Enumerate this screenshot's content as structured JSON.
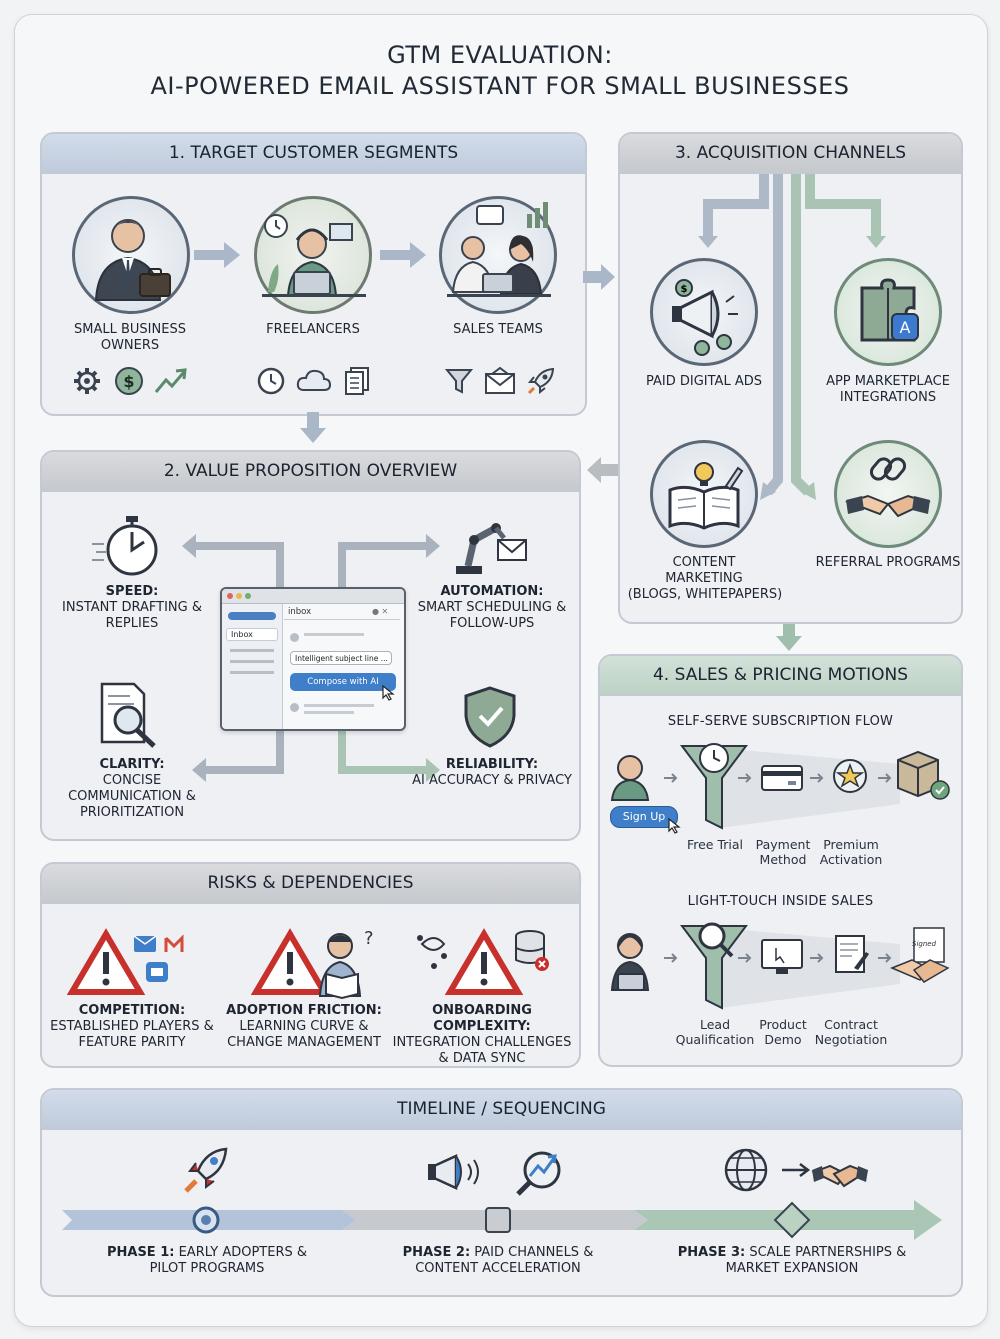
{
  "title": {
    "line1": "GTM EVALUATION:",
    "line2": "AI-POWERED EMAIL ASSISTANT FOR SMALL BUSINESSES"
  },
  "segments": {
    "heading": "1. TARGET CUSTOMER SEGMENTS",
    "items": [
      {
        "label": "SMALL BUSINESS OWNERS",
        "icons": [
          "gear-icon",
          "dollar-icon",
          "growth-icon"
        ]
      },
      {
        "label": "FREELANCERS",
        "icons": [
          "clock-icon",
          "cloud-icon",
          "documents-icon"
        ]
      },
      {
        "label": "SALES TEAMS",
        "icons": [
          "funnel-icon",
          "envelope-icon",
          "rocket-icon"
        ]
      }
    ]
  },
  "value_prop": {
    "heading": "2. VALUE PROPOSITION OVERVIEW",
    "speed": {
      "title": "SPEED:",
      "text": "INSTANT DRAFTING & REPLIES"
    },
    "automation": {
      "title": "AUTOMATION:",
      "text": "SMART SCHEDULING & FOLLOW-UPS"
    },
    "clarity": {
      "title": "CLARITY:",
      "text": "CONCISE COMMUNICATION & PRIORITIZATION"
    },
    "reliability": {
      "title": "RELIABILITY:",
      "text": "AI ACCURACY & PRIVACY"
    },
    "mock": {
      "search": "inbox",
      "sidebar_item": "Inbox",
      "suggestion": "Intelligent subject line ...",
      "button": "Compose with AI"
    }
  },
  "channels": {
    "heading": "3. ACQUISITION CHANNELS",
    "items": [
      {
        "label": "PAID DIGITAL ADS"
      },
      {
        "label": "APP MARKETPLACE INTEGRATIONS"
      },
      {
        "label": "CONTENT MARKETING",
        "sub": "(BLOGS, WHITEPAPERS)"
      },
      {
        "label": "REFERRAL PROGRAMS"
      }
    ]
  },
  "sales": {
    "heading": "4. SALES & PRICING MOTIONS",
    "self_serve": {
      "title": "SELF-SERVE SUBSCRIPTION FLOW",
      "signup": "Sign Up",
      "steps": [
        "Free Trial",
        "Payment Method",
        "Premium Activation"
      ]
    },
    "inside_sales": {
      "title": "LIGHT-TOUCH INSIDE SALES",
      "steps": [
        "Lead Qualification",
        "Product Demo",
        "Contract Negotiation"
      ],
      "contract_sig": "Signed"
    }
  },
  "risks": {
    "heading": "RISKS & DEPENDENCIES",
    "items": [
      {
        "title": "COMPETITION:",
        "text": "ESTABLISHED PLAYERS & FEATURE PARITY"
      },
      {
        "title": "ADOPTION FRICTION:",
        "text": "LEARNING CURVE & CHANGE MANAGEMENT"
      },
      {
        "title": "ONBOARDING COMPLEXITY:",
        "text": "INTEGRATION CHALLENGES & DATA SYNC"
      }
    ]
  },
  "timeline": {
    "heading": "TIMELINE / SEQUENCING",
    "phases": [
      {
        "title": "PHASE 1:",
        "text": "EARLY ADOPTERS & PILOT PROGRAMS"
      },
      {
        "title": "PHASE 2:",
        "text": "PAID CHANNELS & CONTENT ACCELERATION"
      },
      {
        "title": "PHASE 3:",
        "text": "SCALE PARTNERSHIPS & MARKET EXPANSION"
      }
    ]
  },
  "colors": {
    "blue": "#9fb4cf",
    "grey": "#b9bcc1",
    "green": "#9fbfac",
    "accent": "#3f7ec9",
    "warn": "#c8302c"
  }
}
